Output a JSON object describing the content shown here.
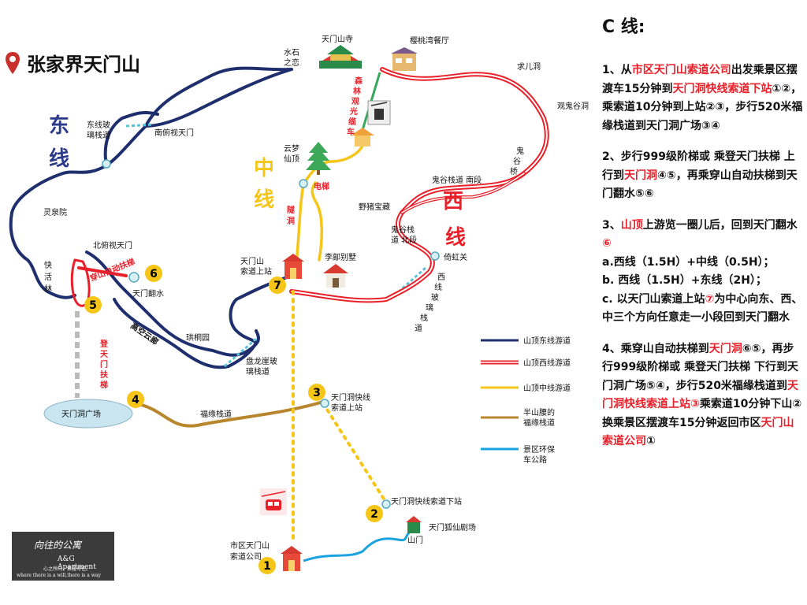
{
  "header": {
    "title": "张家界天门山"
  },
  "map": {
    "east_line_label": [
      "东",
      "线"
    ],
    "middle_line_label": [
      "中",
      "线"
    ],
    "west_line_label": [
      "西",
      "线"
    ],
    "places": {
      "tianmen_temple": "天门山寺",
      "shuishi_zhilian": [
        "水石",
        "之恋"
      ],
      "yingtao_restaurant": "樱桃湾餐厅",
      "qiuer_cave": "求儿洞",
      "guanguigu": "观鬼谷洞",
      "dongxian_glass": [
        "东线玻",
        "璃栈道"
      ],
      "nanfu": "南俯视天门",
      "yunmeng": [
        "云梦",
        "仙顶"
      ],
      "lingquan": "灵泉院",
      "beifu": "北俯视天门",
      "kuaihuolin": [
        "快",
        "活",
        "林"
      ],
      "tianmenfanshui": "天门翻水",
      "gaokongyunlang": "高空云廊",
      "gongtongyuan": "珙桐园",
      "panlongya": [
        "盘龙崖玻",
        "璃栈道"
      ],
      "guiguzhandao_south": "鬼谷栈道 南段",
      "yebaojiaocang": "野猪宝藏",
      "guiguzhandao_north": [
        "鬼谷栈",
        "道 北段"
      ],
      "yihongguan": "倚虹关",
      "xixianglass": [
        "西",
        "线",
        "玻",
        "璃",
        "栈",
        "道"
      ],
      "tianmen_station_top": [
        "天门山",
        "索道上站"
      ],
      "li_villa": "李鄗别墅",
      "tianmendong_square": "天门洞广场",
      "fuyuan_plank": "福缘栈道",
      "cable_upper": [
        "天门洞快线",
        "索道上站"
      ],
      "cable_lower": "天门洞快线索道下站",
      "foxfairy_theater": "天门狐仙剧场",
      "shanmen": "山门",
      "city_station": [
        "市区天门山",
        "索道公司"
      ],
      "forest_cable": [
        "森",
        "林",
        "观",
        "光",
        "缆",
        "车"
      ],
      "elevator": "电梯",
      "suidong": [
        "隧",
        "洞"
      ],
      "escalator_through": "穿山自动扶梯",
      "escalator_climb": [
        "登",
        "天",
        "门",
        "扶",
        "梯"
      ],
      "guilinqiao": [
        "鬼",
        "谷",
        "桥"
      ]
    },
    "markers": [
      "1",
      "2",
      "3",
      "4",
      "5",
      "6",
      "7"
    ]
  },
  "legend": {
    "items": [
      {
        "label": "山顶东线游道",
        "color": "#1f2f6e"
      },
      {
        "label": "山顶西线游道",
        "color": "#e8202a"
      },
      {
        "label": "山顶中线游道",
        "color": "#f5c518"
      },
      {
        "label": [
          "半山腰的",
          "福缘栈道"
        ],
        "color": "#b8862c"
      },
      {
        "label": [
          "景区环保",
          "车公路"
        ],
        "color": "#1aa3e0"
      }
    ]
  },
  "panel": {
    "title": "C 线:",
    "steps": [
      {
        "segments": [
          {
            "t": "1、从"
          },
          {
            "t": "市区天门山索道公司",
            "red": true
          },
          {
            "t": "出发乘景区摆渡车15分钟到"
          },
          {
            "t": "天门洞快线索道下站",
            "red": true
          },
          {
            "t": "①②，乘索道10分钟到上站②③，步行520米福缘栈道到天门洞广场③④"
          }
        ]
      },
      {
        "segments": [
          {
            "t": "2、步行999级阶梯或 乘登天门扶梯 上行到"
          },
          {
            "t": "天门洞",
            "red": true
          },
          {
            "t": "④⑤，再乘穿山自动扶梯到天门翻水⑤⑥"
          }
        ]
      },
      {
        "segments": [
          {
            "t": "3、"
          },
          {
            "t": "山顶",
            "red": true
          },
          {
            "t": "上游览一圈儿后，回到天门翻水"
          },
          {
            "t": "⑥",
            "red": true
          },
          {
            "t": "\na.西线（1.5H）+中线（0.5H）；\nb. 西线（1.5H）+东线（2H）；\nc. 以天门山索道上站"
          },
          {
            "t": "⑦",
            "red": true
          },
          {
            "t": "为中心向东、西、中三个方向任意走一小段回到天门翻水"
          }
        ]
      },
      {
        "segments": [
          {
            "t": "4、乘穿山自动扶梯到"
          },
          {
            "t": "天门洞",
            "red": true
          },
          {
            "t": "⑥⑤，再步行999级阶梯或 乘登天门扶梯 下行到天门洞广场⑤④，步行520米福缘栈道到"
          },
          {
            "t": "天门洞快线索道上站③",
            "red": true
          },
          {
            "t": "乘索道10分钟下山②换乘景区摆渡车15分钟返回市区"
          },
          {
            "t": "天门山索道公司",
            "red": true
          },
          {
            "t": "①"
          }
        ]
      }
    ]
  },
  "logo": {
    "line1": "向往的公寓",
    "line2": "A&G Apartment",
    "line3": "心之所向，素履可往。",
    "line4": "where there is a will,there is a way"
  }
}
